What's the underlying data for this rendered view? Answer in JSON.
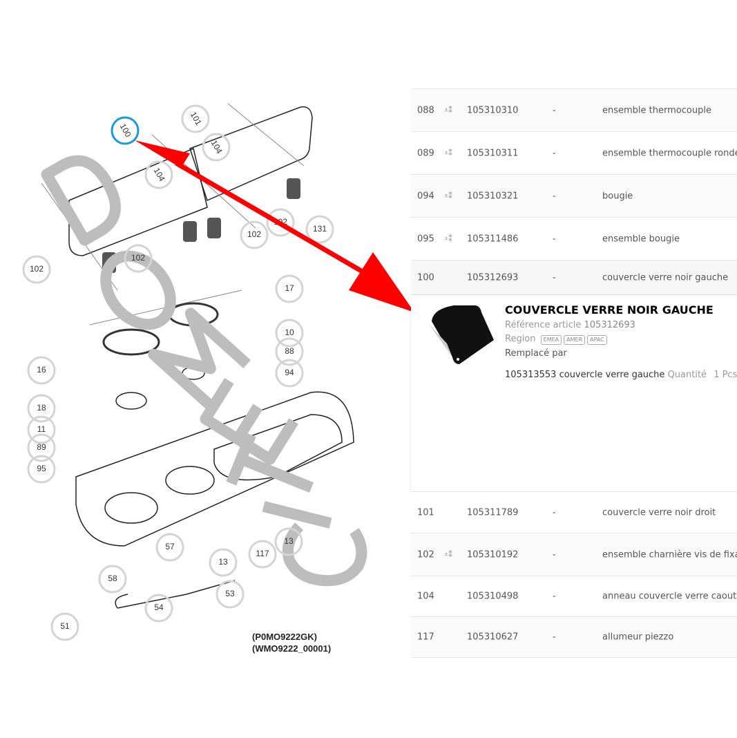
{
  "diagram": {
    "callouts": [
      "100",
      "101",
      "104",
      "104",
      "102",
      "102",
      "102",
      "102",
      "131",
      "17",
      "10",
      "88",
      "94",
      "16",
      "18",
      "11",
      "89",
      "95",
      "57",
      "13",
      "117",
      "13",
      "58",
      "53",
      "54",
      "51"
    ],
    "highlighted_callout": "100",
    "watermark": "DOMETIC",
    "codes": [
      "(P0MO9222GK)",
      "(WMO9222_00001)"
    ],
    "colors": {
      "arrow": "#ff0000",
      "highlight": "#1a9ad6"
    }
  },
  "table": {
    "rows_before": [
      {
        "pos": "088",
        "icon": "spare-part-icon",
        "ref": "105310310",
        "dash": "-",
        "desc": "ensemble thermocouple"
      },
      {
        "pos": "089",
        "icon": "spare-part-icon",
        "ref": "105310311",
        "dash": "-",
        "desc": "ensemble thermocouple ronde"
      },
      {
        "pos": "094",
        "icon": "spare-part-icon",
        "ref": "105310321",
        "dash": "-",
        "desc": "bougie"
      },
      {
        "pos": "095",
        "icon": "spare-part-icon",
        "ref": "105311486",
        "dash": "-",
        "desc": "ensemble bougie"
      }
    ],
    "selected": {
      "pos": "100",
      "ref": "105312693",
      "dash": "-",
      "desc": "couvercle verre noir gauche"
    },
    "detail": {
      "title": "COUVERCLE VERRE NOIR GAUCHE",
      "ref_label": "Référence article",
      "ref_value": "105312693",
      "region_label": "Region",
      "regions": [
        "EMEA",
        "AMER",
        "APAC"
      ],
      "replaced_label": "Remplacé par",
      "replacement_ref": "105313553",
      "replacement_desc": "couvercle verre gauche",
      "qty_label": "Quantité",
      "qty_value": "1 Pcs"
    },
    "rows_after": [
      {
        "pos": "101",
        "ref": "105311789",
        "dash": "-",
        "desc": "couvercle verre noir droit"
      },
      {
        "pos": "102",
        "icon": "spare-part-icon",
        "ref": "105310192",
        "dash": "-",
        "desc": "ensemble charnière vis de fixati"
      },
      {
        "pos": "104",
        "ref": "105310498",
        "dash": "-",
        "desc": "anneau couvercle verre caoutch"
      },
      {
        "pos": "117",
        "ref": "105310627",
        "dash": "-",
        "desc": "allumeur piezzo"
      }
    ]
  }
}
